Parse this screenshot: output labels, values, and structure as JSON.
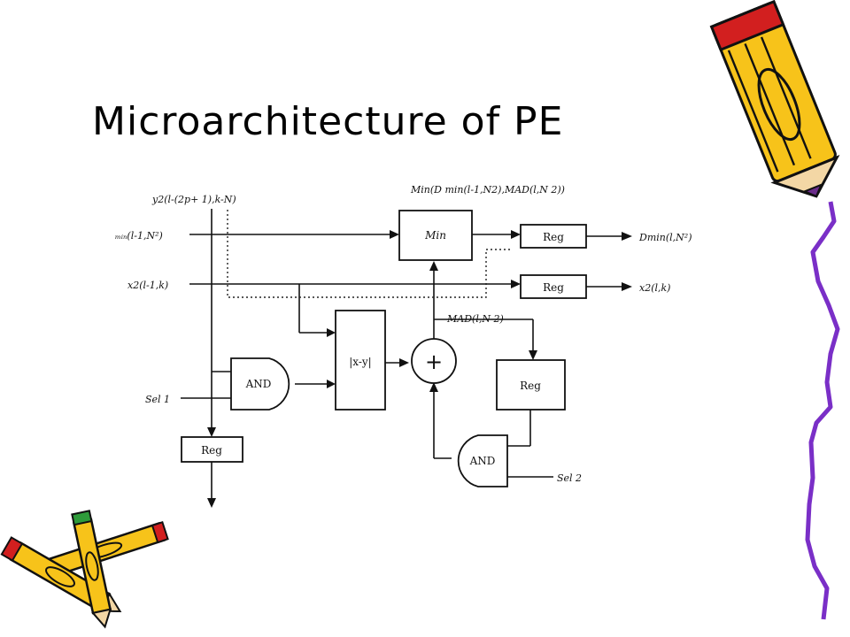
{
  "slide": {
    "title": "Microarchitecture of PE"
  },
  "diagram": {
    "signals": {
      "y_in": "y2(l-(2p+ 1),k-N)",
      "min_in": "Min(D min(l-1,N2),MAD(l,N 2))",
      "dmin_in": "ₘᵢₙ(l-1,N²)",
      "dmin_out": "Dmin(l,N²)",
      "x_in": "x2(l-1,k)",
      "x_out": "x2(l,k)",
      "mad": "MAD(l,N 2)",
      "sel1": "Sel 1",
      "sel2": "Sel 2"
    },
    "blocks": {
      "min": "Min",
      "reg_dmin": "Reg",
      "reg_x": "Reg",
      "absdiff": "|x-y|",
      "adder": "+",
      "reg_mad": "Reg",
      "and1": "AND",
      "and2": "AND",
      "reg_y": "Reg"
    }
  },
  "decor": {
    "top_right": "pencil-icon",
    "bottom_left": "pencils-icon",
    "right_edge": "squiggle-line"
  }
}
